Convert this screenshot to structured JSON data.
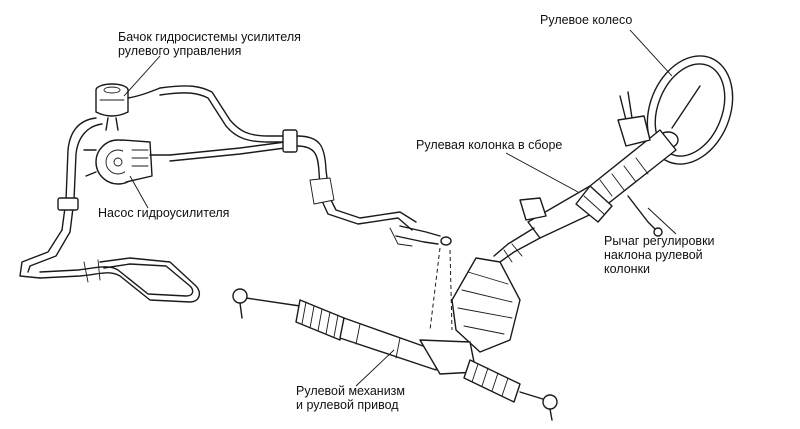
{
  "labels": {
    "reservoir": [
      "Бачок гидросистемы усилителя",
      "рулевого управления"
    ],
    "pump": [
      "Насос гидроусилителя"
    ],
    "steering_wheel": [
      "Рулевое колесо"
    ],
    "column": [
      "Рулевая колонка в сборе"
    ],
    "tilt_lever": [
      "Рычаг регулировки",
      "наклона рулевой",
      "колонки"
    ],
    "gear": [
      "Рулевой механизм",
      "и рулевой привод"
    ]
  }
}
